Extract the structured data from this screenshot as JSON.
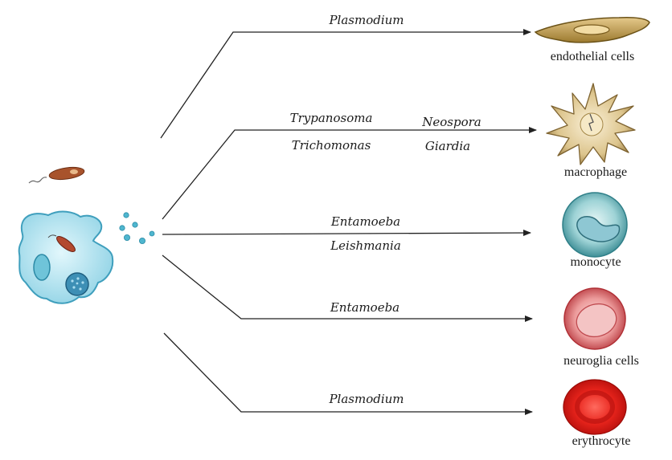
{
  "colors": {
    "line": "#222222",
    "host_cell_fill": "#b9e6f2",
    "host_cell_stroke": "#3f9fbd",
    "vesicle": "#4fb6cf",
    "endothelial": "#c9a85b",
    "macrophage": "#d9c08a",
    "monocyte": "#7cc3c8",
    "neuroglia": "#e58a8a",
    "erythrocyte": "#e3201b"
  },
  "pathways": [
    {
      "id": "endothelial",
      "parasites": [
        "Plasmodium"
      ],
      "target": {
        "label": "endothelial cells",
        "icon": "endothelial-cell-icon"
      }
    },
    {
      "id": "macrophage",
      "parasites": [
        "Trypanosoma",
        "Trichomonas",
        "Neospora",
        "Giardia"
      ],
      "target": {
        "label": "macrophage",
        "icon": "macrophage-icon"
      }
    },
    {
      "id": "monocyte",
      "parasites": [
        "Entamoeba",
        "Leishmania"
      ],
      "target": {
        "label": "monocyte",
        "icon": "monocyte-icon"
      }
    },
    {
      "id": "neuroglia",
      "parasites": [
        "Entamoeba"
      ],
      "target": {
        "label": "neuroglia cells",
        "icon": "neuroglia-cell-icon"
      }
    },
    {
      "id": "erythrocyte",
      "parasites": [
        "Plasmodium"
      ],
      "target": {
        "label": "erythrocyte",
        "icon": "erythrocyte-icon"
      }
    }
  ],
  "source": {
    "icons": [
      "free-parasite-icon",
      "infected-host-cell-icon",
      "extracellular-vesicles-icon"
    ]
  }
}
